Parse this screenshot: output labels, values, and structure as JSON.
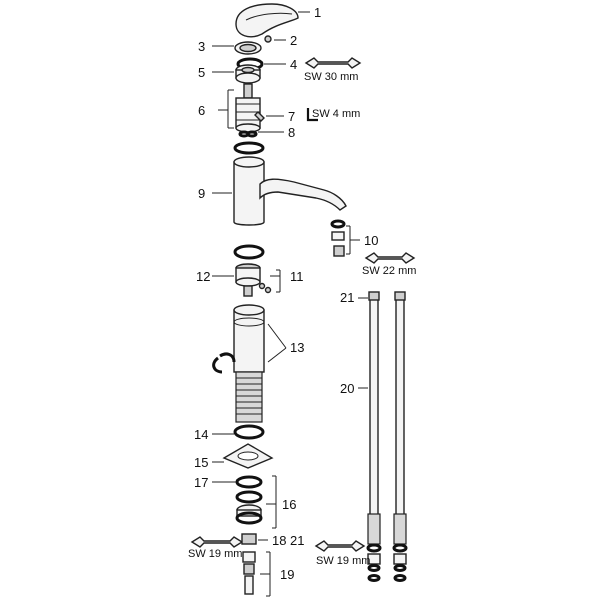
{
  "diagram": {
    "callouts": {
      "c1": "1",
      "c2": "2",
      "c3": "3",
      "c4": "4",
      "c5": "5",
      "c6": "6",
      "c7": "7",
      "c8": "8",
      "c9": "9",
      "c10": "10",
      "c11": "11",
      "c12": "12",
      "c13": "13",
      "c14": "14",
      "c15": "15",
      "c16": "16",
      "c17": "17",
      "c18": "18",
      "c19": "19",
      "c20": "20",
      "c21a": "21",
      "c21b": "21"
    },
    "tools": {
      "wrench_30": "SW 30 mm",
      "hex_key_4": "SW 4 mm",
      "wrench_22": "SW 22 mm",
      "wrench_19_left": "SW 19 mm",
      "wrench_19_right": "SW 19 mm"
    }
  }
}
